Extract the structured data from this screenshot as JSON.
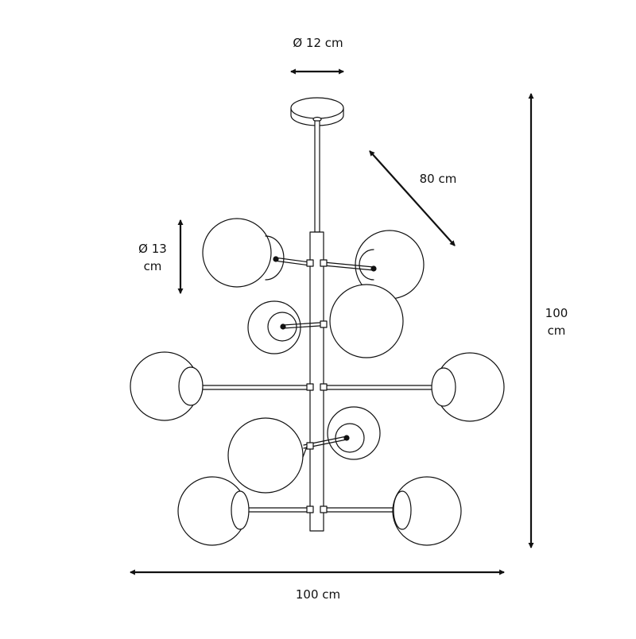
{
  "dimensions": {
    "canopy_diameter": "Ø 12 cm",
    "depth": "80 cm",
    "sphere_diameter_line1": "Ø 13",
    "sphere_diameter_line2": "cm",
    "height_line1": "100",
    "height_line2": "cm",
    "width": "100 cm"
  },
  "colors": {
    "line": "#111111",
    "background": "#ffffff"
  }
}
